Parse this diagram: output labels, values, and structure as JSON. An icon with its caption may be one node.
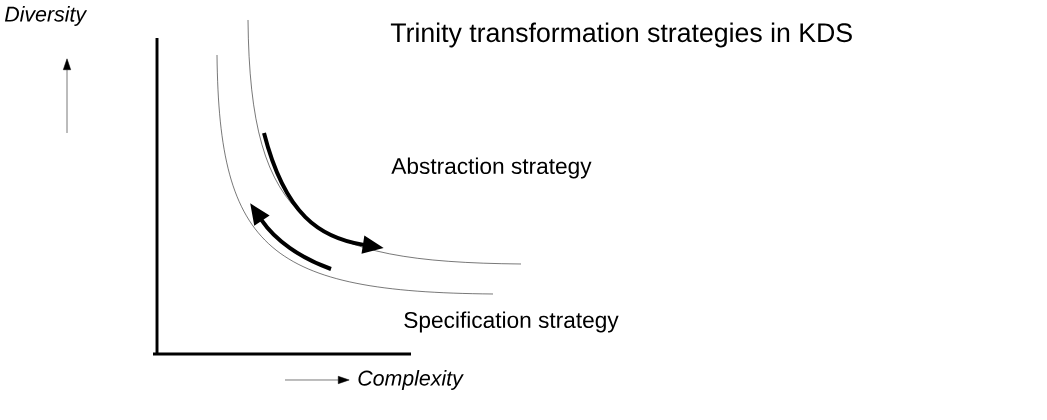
{
  "diagram": {
    "title": "Trinity transformation strategies in KDS",
    "labels": [
      "Diversity",
      "Abstraction strategy",
      "Specification strategy",
      "Complexity"
    ]
  }
}
